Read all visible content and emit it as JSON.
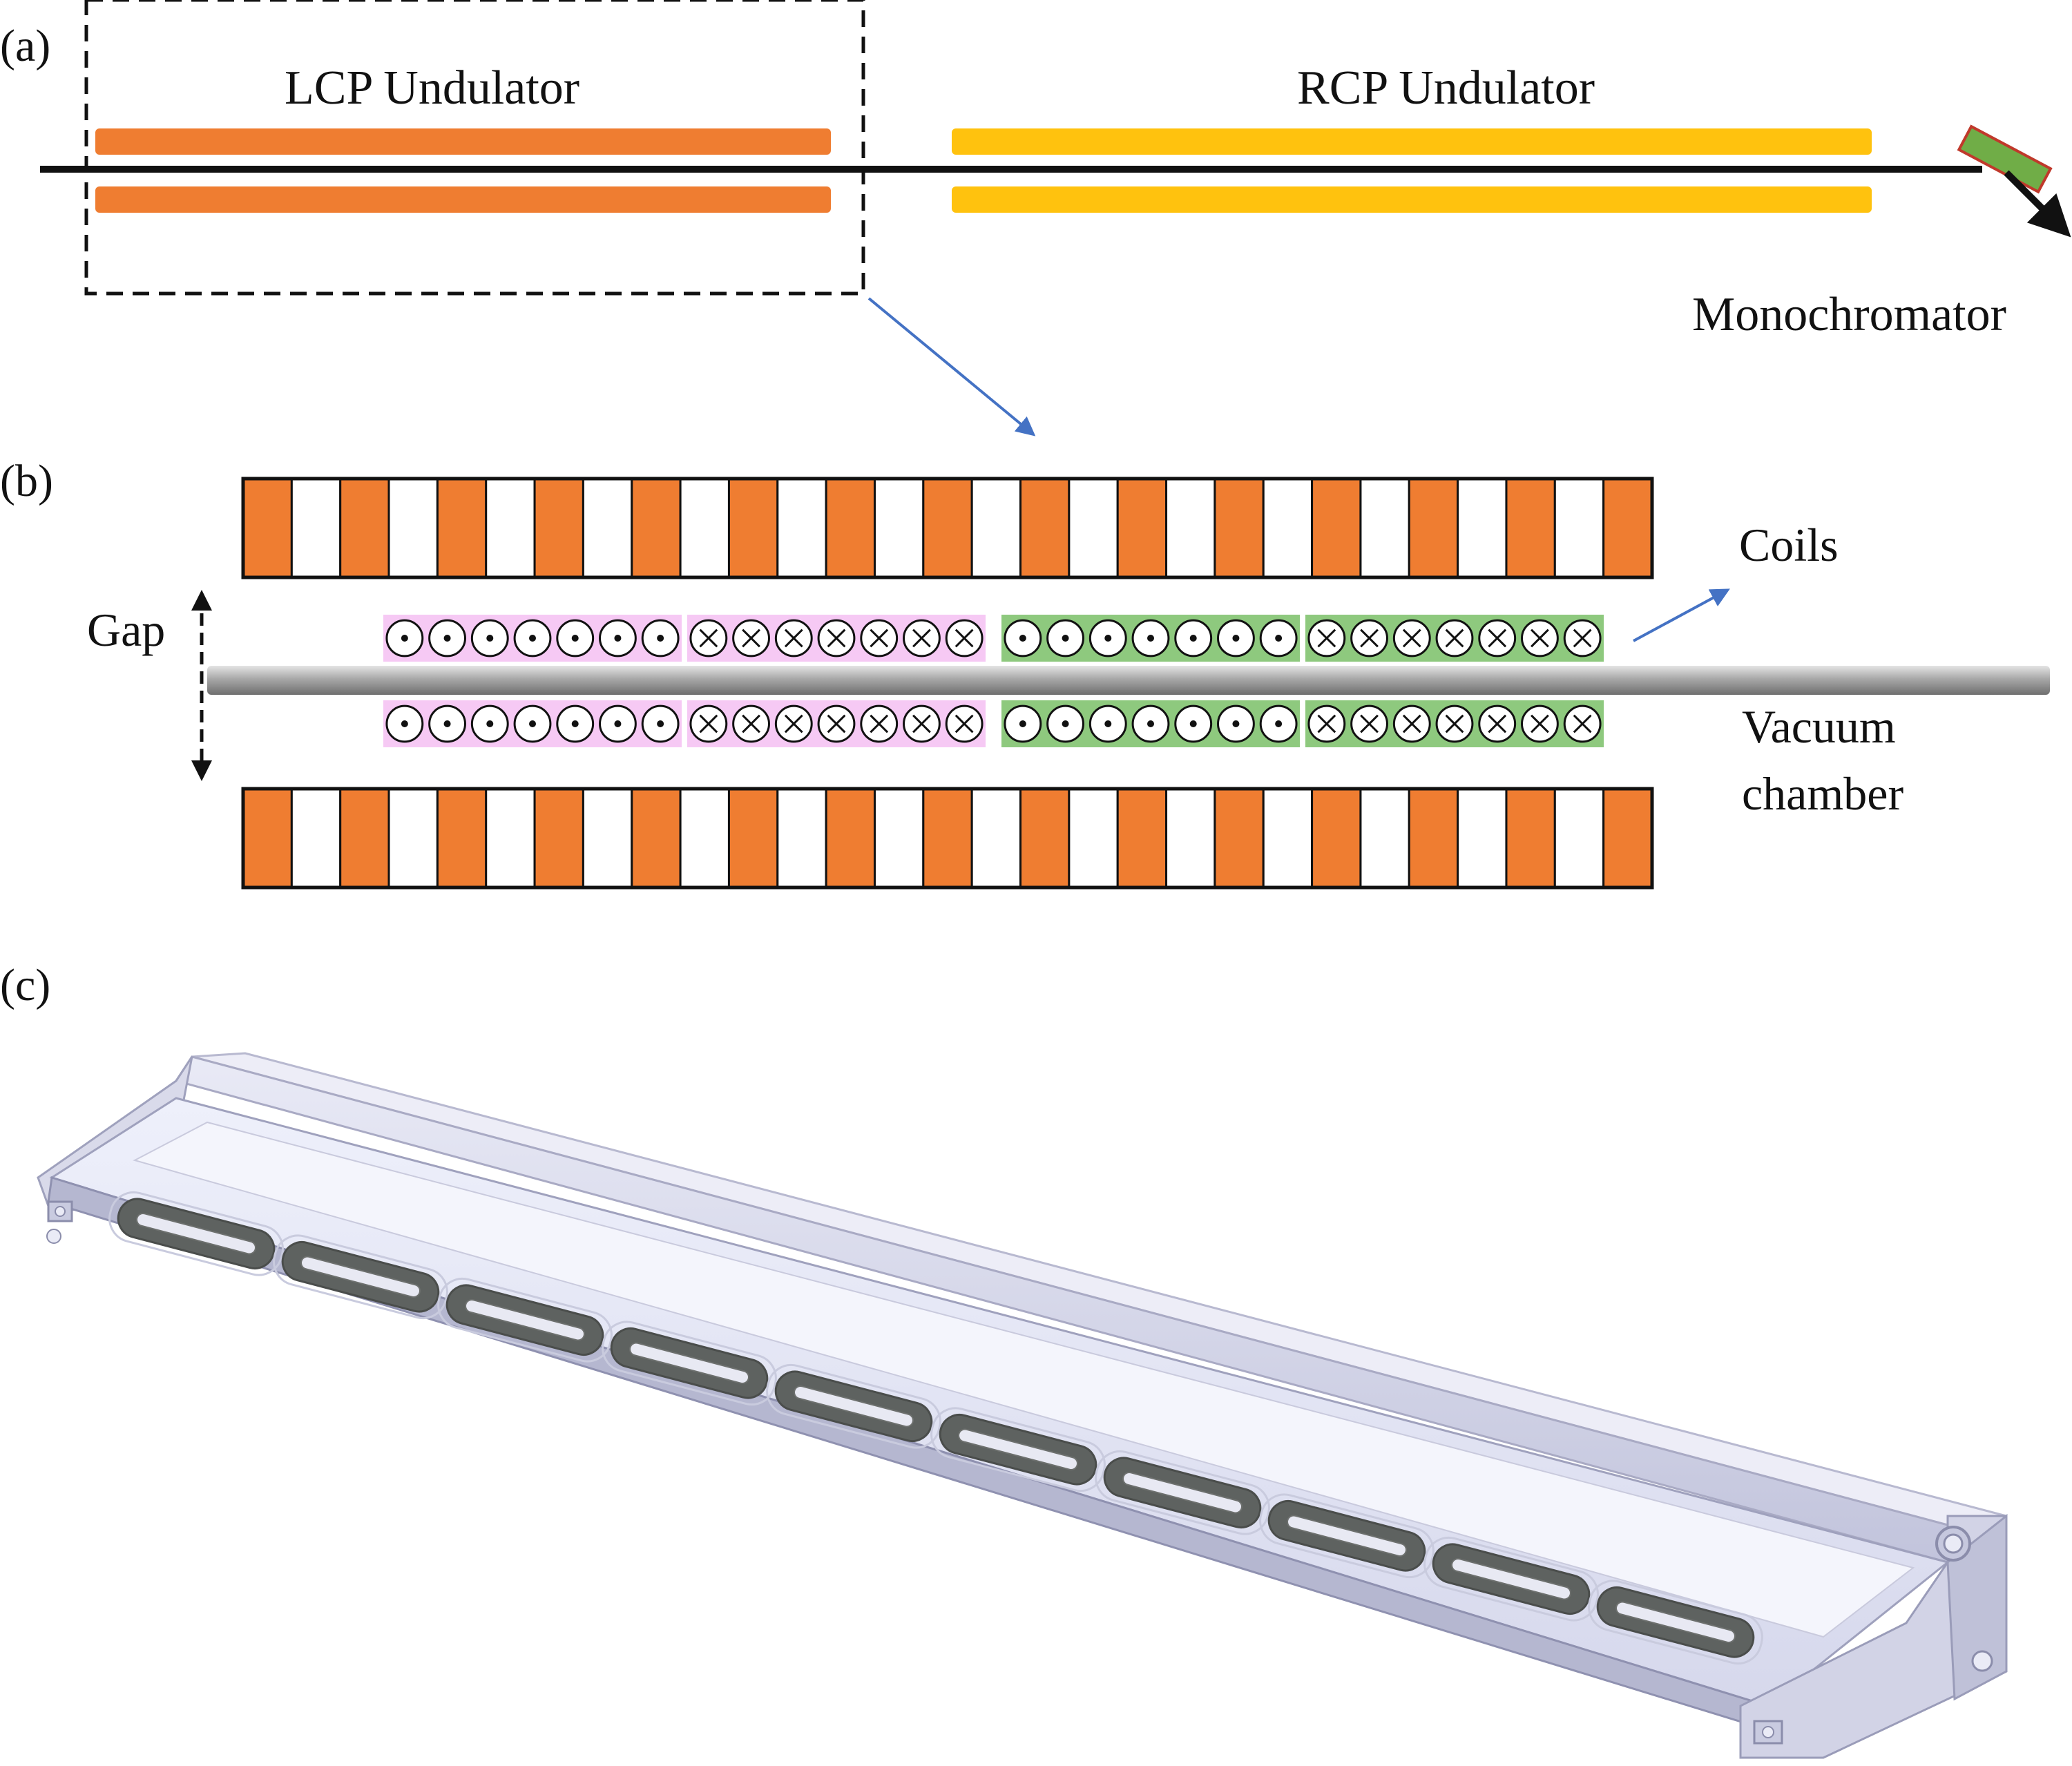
{
  "panels": {
    "a": {
      "label": "(a)",
      "lcp_label": "LCP Undulator",
      "rcp_label": "RCP Undulator",
      "monochromator_label": "Monochromator"
    },
    "b": {
      "label": "(b)",
      "coils_label": "Coils",
      "gap_label": "Gap",
      "vacuum_label_line1": "Vacuum",
      "vacuum_label_line2": "chamber",
      "dot_symbol": "⊙",
      "cross_symbol": "⊗",
      "coil_groups": [
        {
          "name": "group-1",
          "direction": "out",
          "color": "#f6c9f4",
          "count": 7
        },
        {
          "name": "group-2",
          "direction": "in",
          "color": "#f6c9f4",
          "count": 7
        },
        {
          "name": "group-3",
          "direction": "out",
          "color": "#8ec97e",
          "count": 7
        },
        {
          "name": "group-4",
          "direction": "in",
          "color": "#8ec97e",
          "count": 7
        }
      ],
      "magnet_blocks": 29
    },
    "c": {
      "label": "(c)",
      "coil_count": 10
    }
  },
  "colors": {
    "lcp": "#ef7d31",
    "rcp": "#ffc20e",
    "magnet_orange": "#ef7d31",
    "mono_green": "#70ad47",
    "arrow_blue": "#4472c4",
    "chamber_gray": "#b0b0b0",
    "body_lavender": "#dcdcef"
  }
}
